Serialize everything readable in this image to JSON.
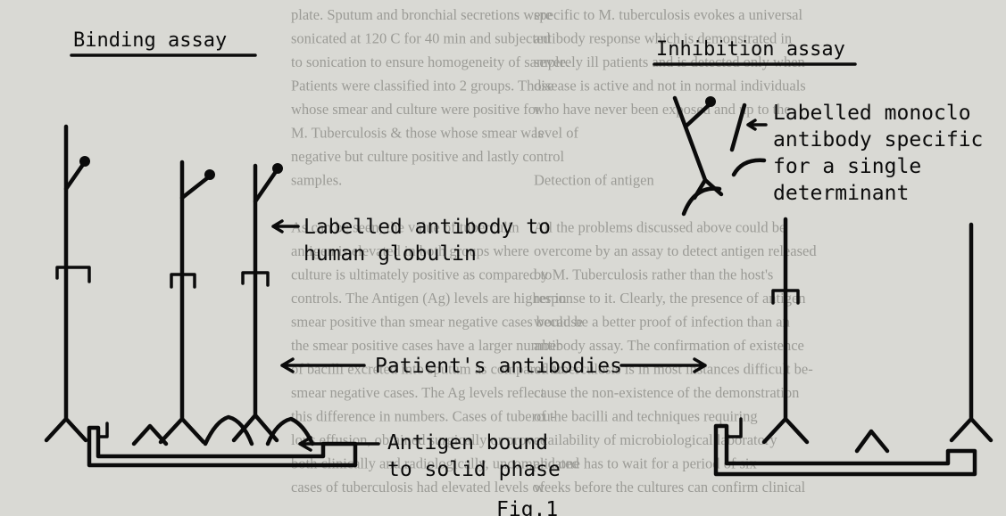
{
  "figure": {
    "binding_title": "Binding assay",
    "inhibition_title": "Inhibition assay",
    "labelled_antibody_line1": "Labelled antibody to",
    "labelled_antibody_line2": "human globulin",
    "patients_antibodies": "Patient's antibodies",
    "antigen_line1": "Antigen bound",
    "antigen_line2": "to solid phase",
    "monoclonal_line1": "Labelled monoclo",
    "monoclonal_line2": "antibody specific",
    "monoclonal_line3": "for a single",
    "monoclonal_line4": "determinant",
    "caption": "Fig.1"
  },
  "background_text": {
    "left_col": [
      "plate. Sputum and bronchial secretions were",
      "sonicated at 120 C for 40 min and subjected",
      "to sonication to ensure homogeneity of sample.",
      "Patients were classified into 2 groups. Those",
      "whose smear and culture were positive for",
      "M. Tuberculosis & those whose smear was",
      "negative but culture positive and lastly control",
      "samples.",
      "",
      "As can be seen, the value of tuberculin",
      "antigen is elevated in both groups where",
      "culture is ultimately positive as compared to",
      "controls. The Antigen (Ag) levels are higher in",
      "smear positive than smear negative cases because",
      "the smear positive cases have a larger number",
      "of bacilli excreted into sputum as compared to",
      "smear negative cases. The Ag levels reflect",
      "this difference in numbers. Cases of tubercu-",
      "lous effusion, obtained surgically or proved",
      "both clinically and radiologically, uncomplicated",
      "cases of tuberculosis had elevated levels of"
    ],
    "right_col": [
      "specific to M. tuberculosis evokes a universal",
      "antibody response which is demonstrated in",
      "severely ill patients and is detected only when",
      "disease is active and not in normal individuals",
      "who have never been exposed and up to the",
      "level of",
      "",
      "Detection of antigen",
      "",
      "All the problems discussed above could be",
      "overcome by an assay to detect antigen released",
      "by M. Tuberculosis rather than the host's",
      "response to it. Clearly, the presence of antigen",
      "would be a better proof of infection than an",
      "antibody assay. The confirmation of existence",
      "of tuberculosis is in most instances difficult be-",
      "cause the non-existence of the demonstration",
      "of the bacilli and techniques requiring",
      "availability of microbiological laboratory",
      "and one has to wait for a period of six",
      "weeks before the cultures can confirm clinical"
    ]
  }
}
